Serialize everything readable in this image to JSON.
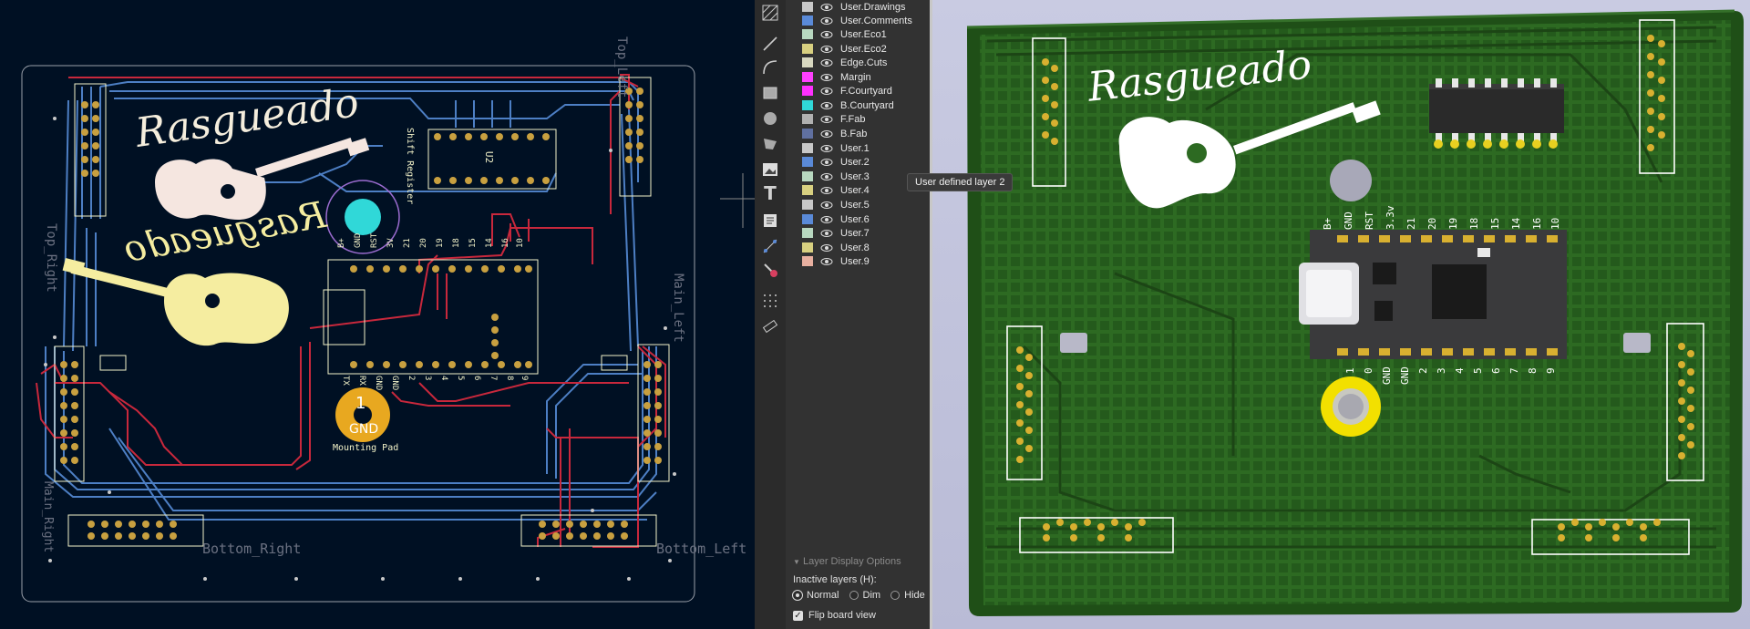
{
  "pcb_editor": {
    "board_text": "Rasgueado",
    "board_text_mirrored": "Rasgueado",
    "header_labels": {
      "top_left": "Top_Left",
      "top_right": "Top_Right",
      "main_left": "Main_Left",
      "main_right": "Main_Right",
      "bottom_right": "Bottom_Right",
      "bottom_left": "Bottom_Left"
    },
    "ic_ref": "U2",
    "shift_register": "Shift Register",
    "mounting_pad_number": "1",
    "mounting_pad_net": "GND",
    "mounting_pad_label": "Mounting Pad",
    "mcu_top_pins": [
      "B+",
      "GND",
      "RST",
      "3V",
      "21",
      "20",
      "19",
      "18",
      "15",
      "14",
      "16",
      "10"
    ],
    "mcu_bottom_pins": [
      "TX",
      "RX",
      "GND",
      "GND",
      "2",
      "3",
      "4",
      "5",
      "6",
      "7",
      "8",
      "9"
    ],
    "colors": {
      "background": "#001023",
      "front_copper": "#c8283c",
      "back_copper": "#4d7fc4",
      "silkscreen": "#f2f2c8",
      "pad": "#c8a040"
    }
  },
  "toolbar": {
    "tools": [
      "hatch-tool-icon",
      "line-icon",
      "arc-icon",
      "rectangle-icon",
      "circle-icon",
      "polygon-icon",
      "image-icon",
      "text-icon",
      "textbox-icon",
      "dimension-icon",
      "delete-icon",
      "grid-icon",
      "measure-icon"
    ],
    "text_tool_glyph": "T"
  },
  "layers": {
    "items": [
      {
        "name": "User.Drawings",
        "color": "#c8c8c8"
      },
      {
        "name": "User.Comments",
        "color": "#5a8ad8"
      },
      {
        "name": "User.Eco1",
        "color": "#b8d8c0"
      },
      {
        "name": "User.Eco2",
        "color": "#d8d080"
      },
      {
        "name": "Edge.Cuts",
        "color": "#d8d8c0"
      },
      {
        "name": "Margin",
        "color": "#ff40ff"
      },
      {
        "name": "F.Courtyard",
        "color": "#ff30ff"
      },
      {
        "name": "B.Courtyard",
        "color": "#30d8d8"
      },
      {
        "name": "F.Fab",
        "color": "#b0b0b0"
      },
      {
        "name": "B.Fab",
        "color": "#6070a0"
      },
      {
        "name": "User.1",
        "color": "#c8c8c8"
      },
      {
        "name": "User.2",
        "color": "#5a8ad8"
      },
      {
        "name": "User.3",
        "color": "#b8d8c0"
      },
      {
        "name": "User.4",
        "color": "#d8d080"
      },
      {
        "name": "User.5",
        "color": "#c8c8c8"
      },
      {
        "name": "User.6",
        "color": "#5a8ad8"
      },
      {
        "name": "User.7",
        "color": "#b8d8c0"
      },
      {
        "name": "User.8",
        "color": "#d8d080"
      },
      {
        "name": "User.9",
        "color": "#e8b0a0"
      }
    ],
    "tooltip": "User defined layer 2",
    "display_options_title": "Layer Display Options",
    "inactive_label": "Inactive layers (H):",
    "inactive_options": [
      "Normal",
      "Dim",
      "Hide"
    ],
    "inactive_selected": "Normal",
    "flip_label": "Flip board view",
    "flip_checked": true
  },
  "viewer3d": {
    "board_text": "Rasgueado",
    "mcu_top_pins": [
      "B+",
      "GND",
      "RST",
      "3.3v",
      "21",
      "20",
      "19",
      "18",
      "15",
      "14",
      "16",
      "10"
    ],
    "mcu_bottom_pins": [
      "1",
      "0",
      "GND",
      "GND",
      "2",
      "3",
      "4",
      "5",
      "6",
      "7",
      "8",
      "9"
    ],
    "colors": {
      "board": "#2d6a22",
      "board_dark": "#1f4f17",
      "silkscreen": "#ffffff",
      "gold": "#d8b030"
    }
  }
}
